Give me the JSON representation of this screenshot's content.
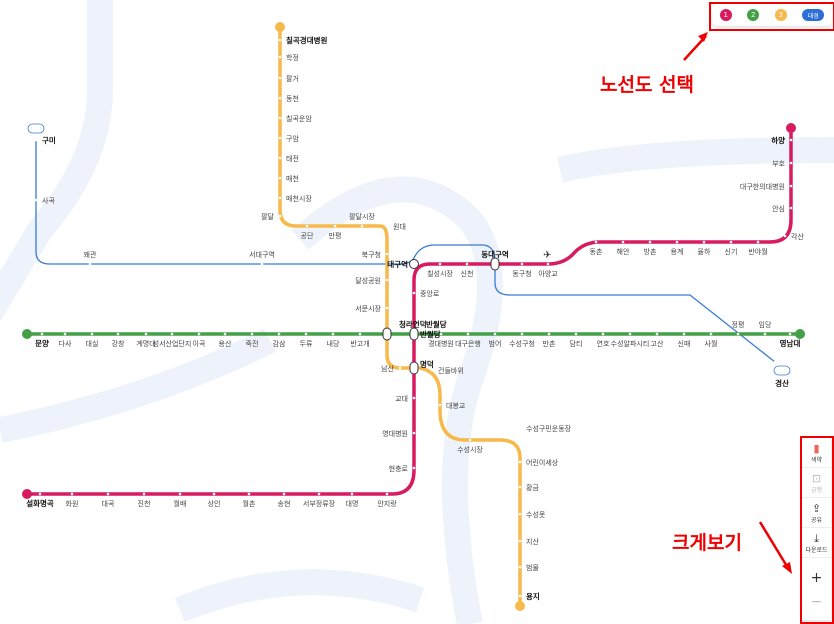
{
  "line_selector": [
    {
      "label": "1",
      "color": "#d81b60"
    },
    {
      "label": "2",
      "color": "#43a047"
    },
    {
      "label": "3",
      "color": "#f6b94a"
    },
    {
      "label": "대경",
      "color": "#2c6fd6"
    }
  ],
  "lines": {
    "line1": {
      "badge": "1",
      "color": "#d81b60",
      "stations": [
        "설화명곡",
        "화원",
        "대곡",
        "진천",
        "월배",
        "상인",
        "월촌",
        "송현",
        "서부정류장",
        "대명",
        "안지랑",
        "현충로",
        "영대병원",
        "교대",
        "명덕",
        "반월당",
        "중앙로",
        "대구역",
        "칠성시장",
        "신천",
        "동대구역",
        "동구청",
        "아양교",
        "동촌",
        "해안",
        "방촌",
        "용계",
        "율하",
        "신기",
        "반야월",
        "각산",
        "안심",
        "대구한의대병원",
        "부호",
        "하양"
      ]
    },
    "line2": {
      "badge": "2",
      "color": "#43a047",
      "stations": [
        "문양",
        "다사",
        "대실",
        "강창",
        "계명대",
        "성서산업단지",
        "이곡",
        "용산",
        "죽전",
        "감삼",
        "두류",
        "내당",
        "반고개",
        "청라언덕",
        "반월당",
        "경대병원",
        "대구은행",
        "범어",
        "수성구청",
        "만촌",
        "담티",
        "연호",
        "수성알파시티",
        "고산",
        "신매",
        "사월",
        "정평",
        "임당",
        "영남대"
      ]
    },
    "line3": {
      "badge": "3",
      "color": "#f6b94a",
      "stations": [
        "칠곡경대병원",
        "학정",
        "팔거",
        "동천",
        "칠곡운암",
        "구암",
        "태전",
        "매천",
        "매천시장",
        "팔달",
        "공단",
        "만평",
        "팔달시장",
        "원대",
        "북구청",
        "달성공원",
        "서문시장",
        "남산",
        "건들바위",
        "대봉교",
        "수성시장",
        "수성구민운동장",
        "어린이세상",
        "황금",
        "수성못",
        "지산",
        "범물",
        "용지"
      ]
    },
    "daegyeong": {
      "badge": "대경",
      "color": "#2c6fd6",
      "stations": [
        "구미",
        "사곡",
        "왜관",
        "서대구역",
        "경산"
      ]
    }
  },
  "tools": {
    "colorblind": "색약",
    "express": "급행",
    "share": "공유",
    "download": "다운로드",
    "zoom_in": "+",
    "zoom_out": "−"
  },
  "annotations": {
    "line_select": "노선도 선택",
    "enlarge": "크게보기"
  }
}
